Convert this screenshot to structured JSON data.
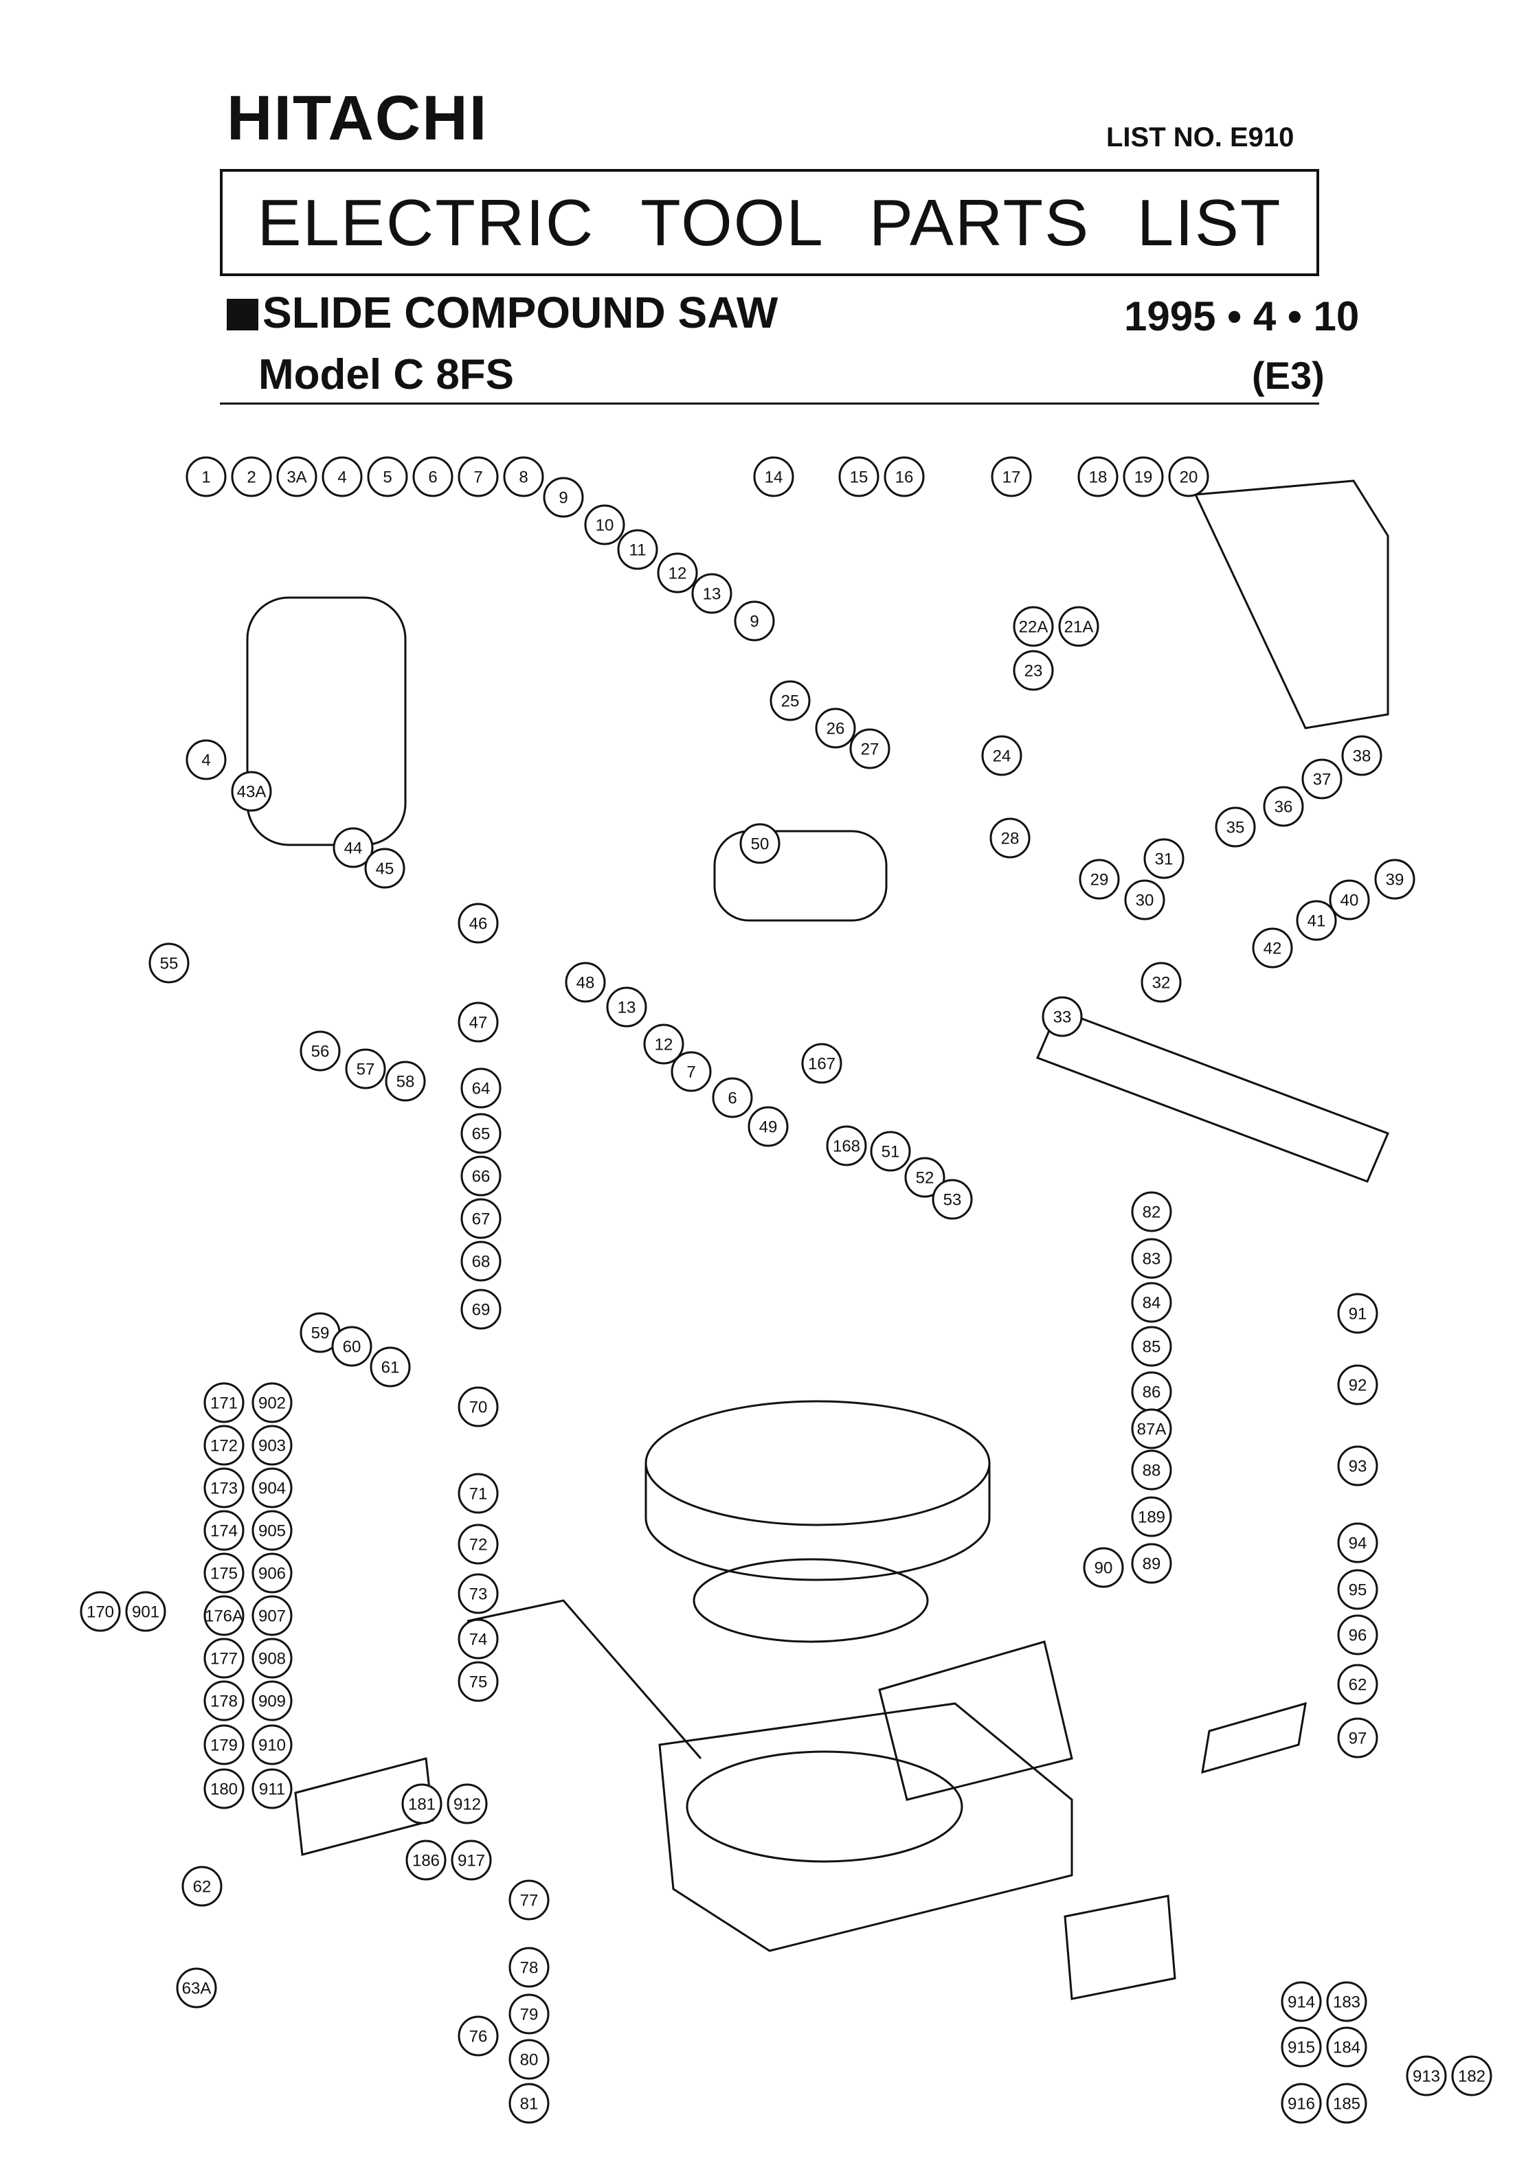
{
  "header": {
    "brand": "HITACHI",
    "list_no": "LIST NO. E910",
    "title": "ELECTRIC TOOL PARTS LIST",
    "product": "SLIDE COMPOUND SAW",
    "date": "1995 • 4 • 10",
    "model": "Model C 8FS",
    "variant": "(E3)"
  },
  "callouts": [
    "1",
    "2",
    "3A",
    "4",
    "5",
    "6",
    "7",
    "8",
    "9",
    "10",
    "11",
    "12",
    "13",
    "9",
    "14",
    "15",
    "16",
    "17",
    "18",
    "19",
    "20",
    "4",
    "43A",
    "44",
    "45",
    "22A",
    "21A",
    "23",
    "25",
    "26",
    "27",
    "24",
    "28",
    "29",
    "30",
    "31",
    "35",
    "36",
    "37",
    "38",
    "39",
    "40",
    "41",
    "42",
    "50",
    "46",
    "47",
    "48",
    "13",
    "12",
    "7",
    "6",
    "49",
    "167",
    "168",
    "51",
    "52",
    "53",
    "32",
    "33",
    "55",
    "56",
    "57",
    "58",
    "64",
    "65",
    "66",
    "67",
    "68",
    "69",
    "70",
    "59",
    "60",
    "61",
    "82",
    "83",
    "84",
    "85",
    "86",
    "87A",
    "88",
    "189",
    "89",
    "90",
    "91",
    "92",
    "93",
    "94",
    "95",
    "96",
    "62",
    "97",
    "171",
    "902",
    "172",
    "903",
    "173",
    "904",
    "174",
    "905",
    "175",
    "906",
    "170",
    "901",
    "176A",
    "907",
    "177",
    "908",
    "178",
    "909",
    "179",
    "910",
    "180",
    "911",
    "71",
    "72",
    "73",
    "74",
    "75",
    "181",
    "912",
    "186",
    "917",
    "77",
    "78",
    "76",
    "79",
    "80",
    "81",
    "62",
    "63A",
    "914",
    "183",
    "915",
    "184",
    "913",
    "182",
    "916",
    "185"
  ]
}
